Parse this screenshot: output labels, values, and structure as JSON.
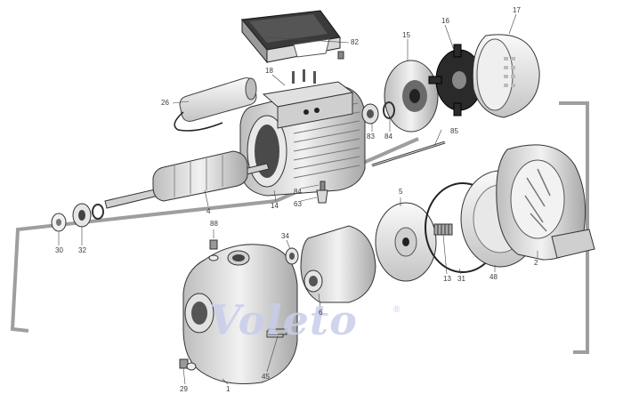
{
  "watermark": {
    "text": "Voleto",
    "registered": "®"
  },
  "parts": [
    {
      "id": "p82",
      "label": "82"
    },
    {
      "id": "p18",
      "label": "18"
    },
    {
      "id": "p26",
      "label": "26"
    },
    {
      "id": "p15",
      "label": "15"
    },
    {
      "id": "p16",
      "label": "16"
    },
    {
      "id": "p17",
      "label": "17"
    },
    {
      "id": "p83",
      "label": "83"
    },
    {
      "id": "p84a",
      "label": "84"
    },
    {
      "id": "p85",
      "label": "85"
    },
    {
      "id": "p14",
      "label": "14"
    },
    {
      "id": "p84b",
      "label": "84"
    },
    {
      "id": "p63",
      "label": "63"
    },
    {
      "id": "p4",
      "label": "4"
    },
    {
      "id": "p30",
      "label": "30"
    },
    {
      "id": "p32",
      "label": "32"
    },
    {
      "id": "p5",
      "label": "5"
    },
    {
      "id": "p88",
      "label": "88"
    },
    {
      "id": "p34",
      "label": "34"
    },
    {
      "id": "p6",
      "label": "6"
    },
    {
      "id": "p13",
      "label": "13"
    },
    {
      "id": "p31",
      "label": "31"
    },
    {
      "id": "p48",
      "label": "48"
    },
    {
      "id": "p2",
      "label": "2"
    },
    {
      "id": "p45",
      "label": "45"
    },
    {
      "id": "p29",
      "label": "29"
    },
    {
      "id": "p1",
      "label": "1"
    }
  ]
}
